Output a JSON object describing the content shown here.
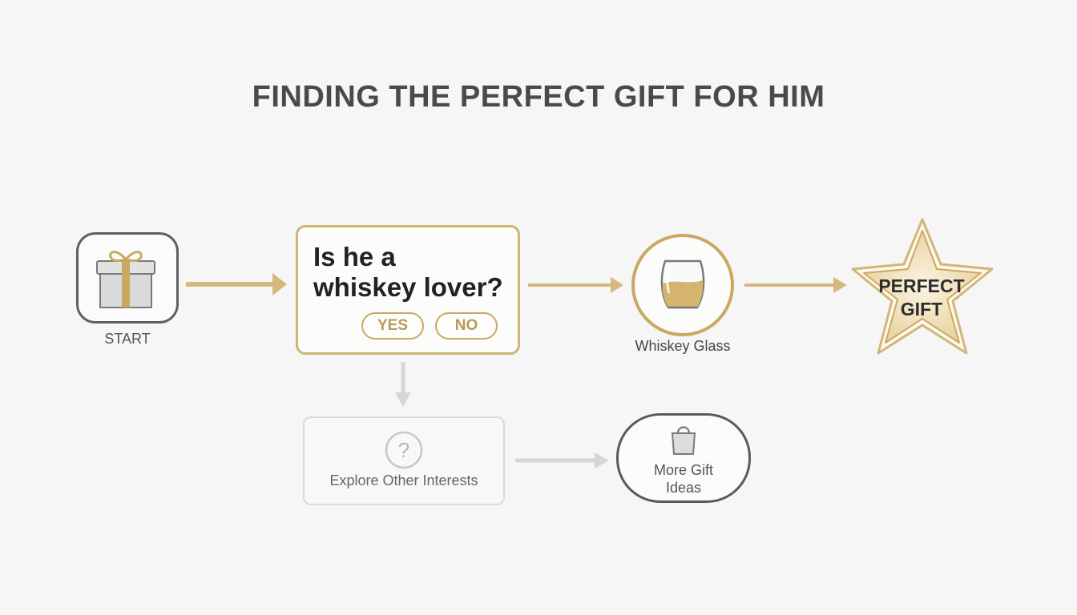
{
  "title": "FINDING THE PERFECT GIFT FOR HIM",
  "start": {
    "label": "START",
    "icon": "gift-icon"
  },
  "question": {
    "text": "Is he a whiskey lover?",
    "yes_label": "YES",
    "no_label": "NO"
  },
  "whiskey": {
    "label": "Whiskey Glass",
    "icon": "whiskey-glass-icon"
  },
  "result": {
    "text_line1": "PERFECT",
    "text_line2": "GIFT",
    "icon": "star-icon"
  },
  "explore": {
    "label": "Explore Other Interests",
    "icon": "question-mark-icon"
  },
  "more": {
    "label_line1": "More Gift",
    "label_line2": "Ideas",
    "icon": "shopping-bag-icon"
  },
  "colors": {
    "accent_gold": "#c9a962",
    "dark_gray": "#5a5a5a",
    "light_gray": "#d4d4d4",
    "background": "#f6f6f6"
  }
}
